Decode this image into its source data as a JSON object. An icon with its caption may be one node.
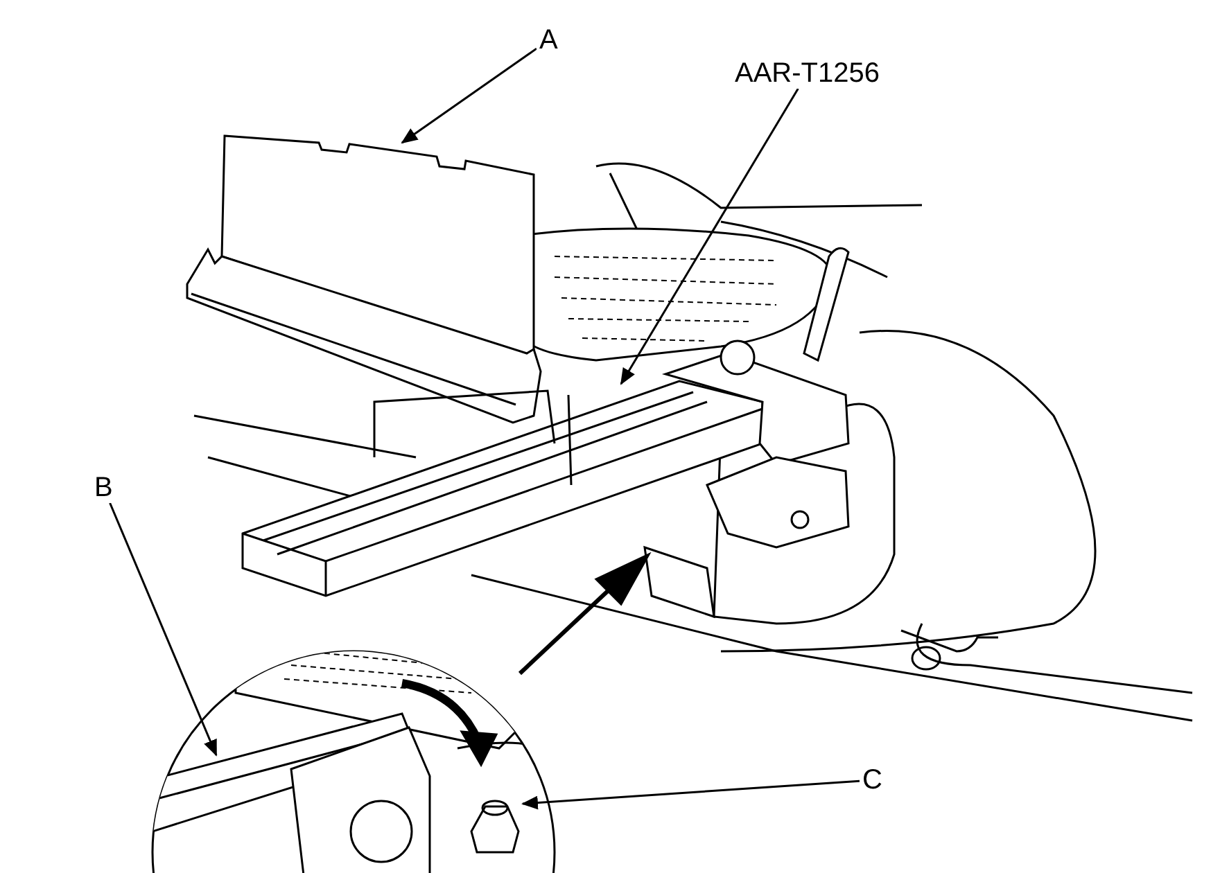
{
  "diagram": {
    "nodes": [
      {
        "text": [
          "A"
        ]
      },
      {
        "text": [
          "AAR-T1256"
        ]
      },
      {
        "text": [
          "B"
        ]
      },
      {
        "text": [
          "C"
        ]
      }
    ],
    "edges": [
      {
        "from": 0,
        "to": null,
        "arrow": "to"
      },
      {
        "from": 1,
        "to": null,
        "arrow": "to"
      },
      {
        "from": 2,
        "to": null,
        "arrow": "to"
      },
      {
        "from": 3,
        "to": null,
        "arrow": "to"
      }
    ]
  }
}
